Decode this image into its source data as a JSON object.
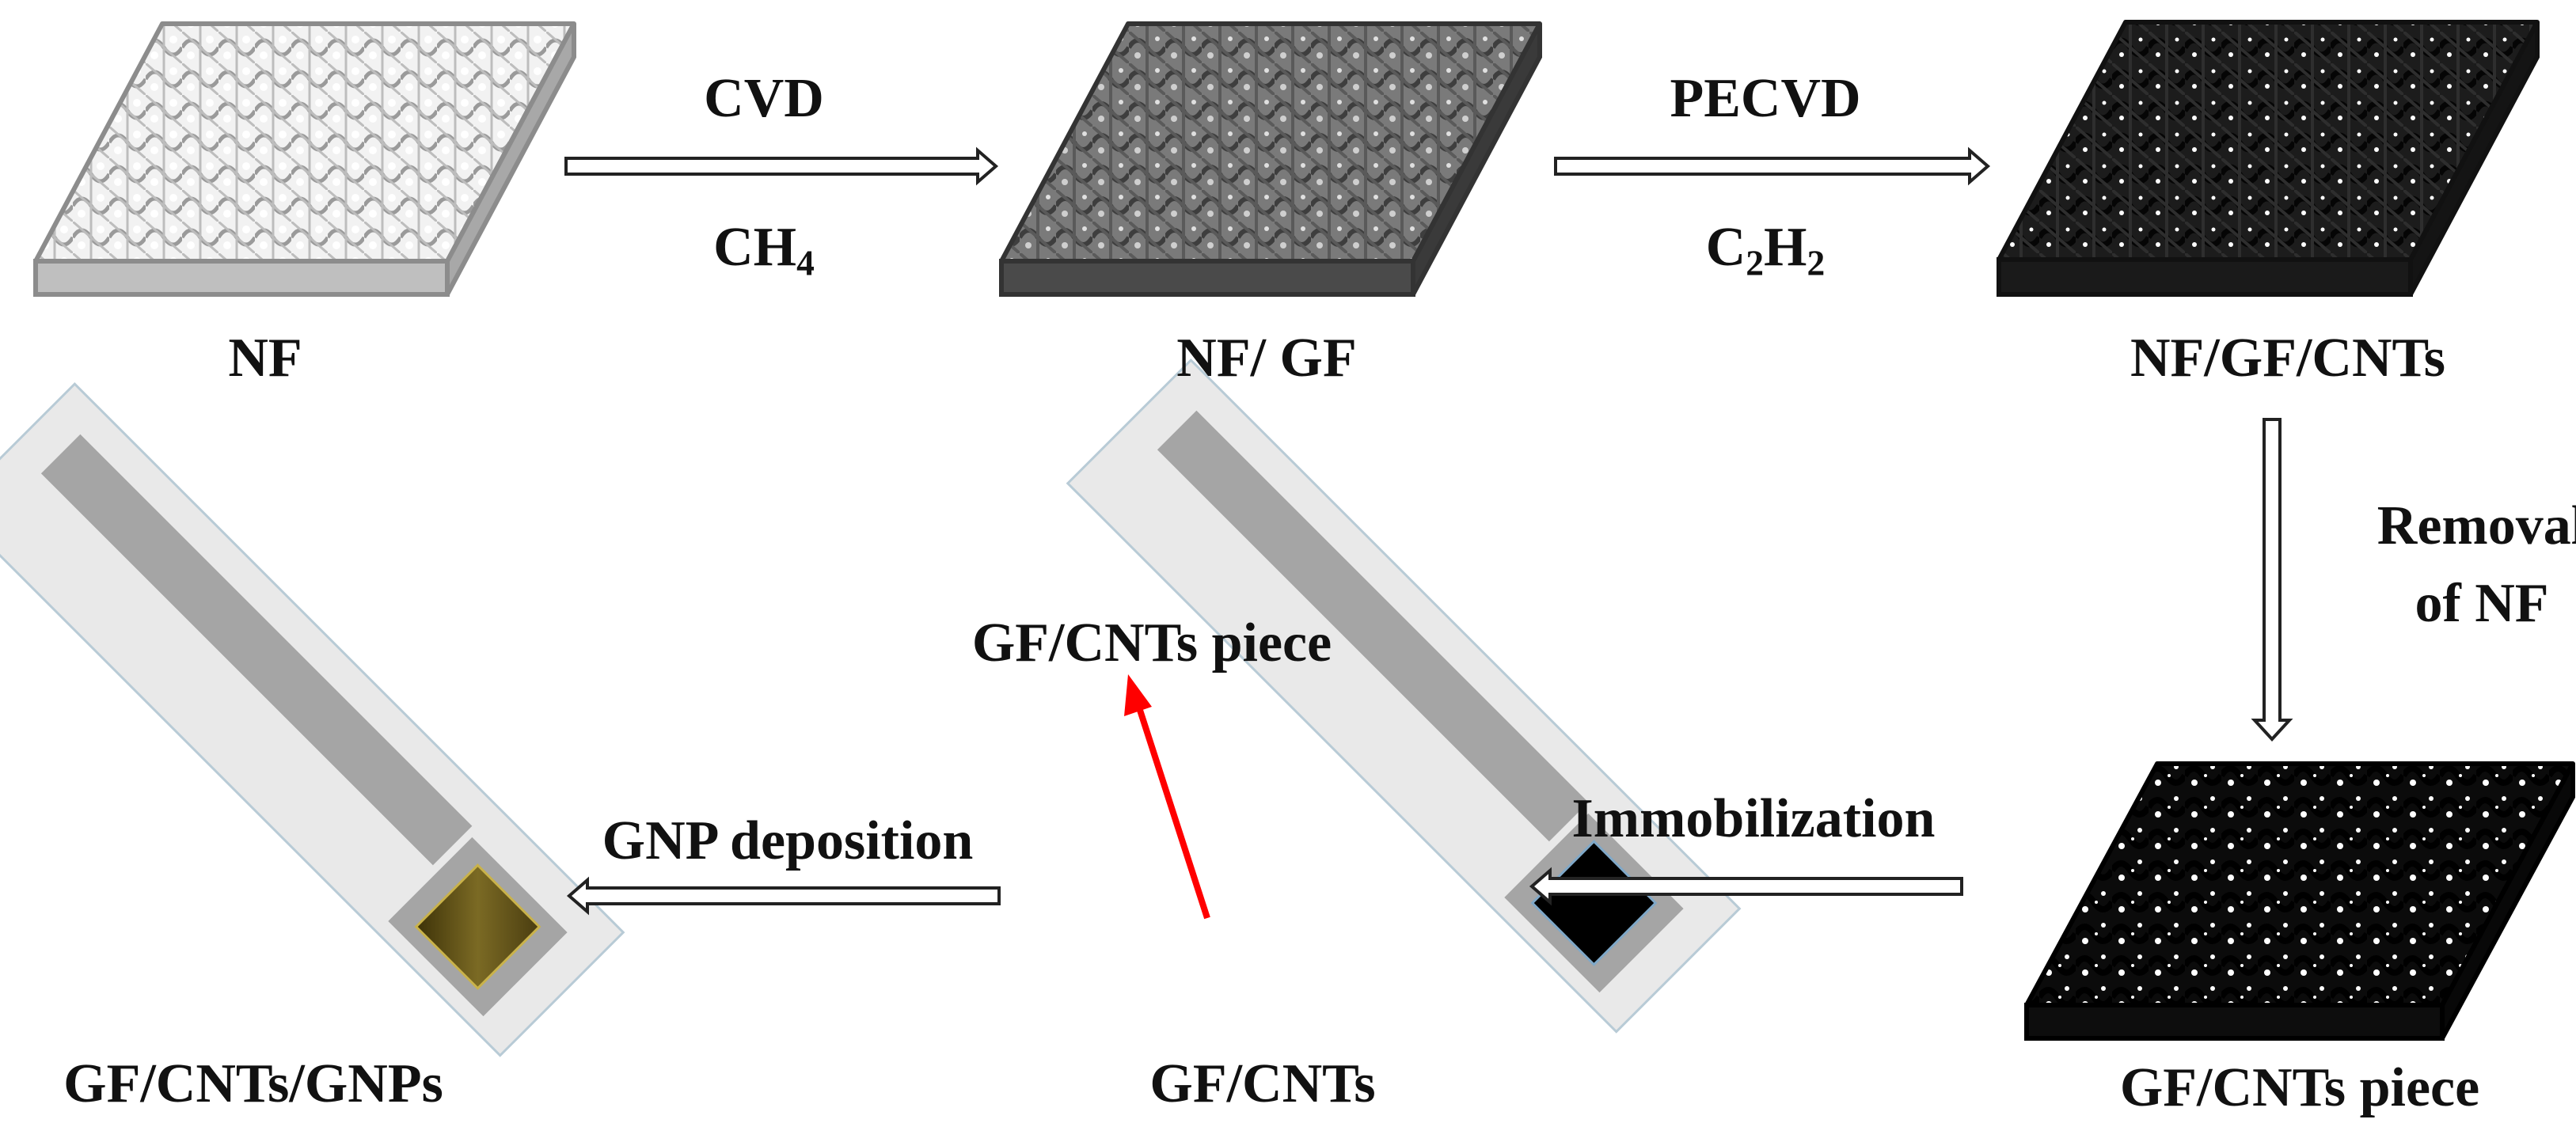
{
  "colors": {
    "background": "#ffffff",
    "text": "#111111",
    "nf_foam": "#d9d9d9",
    "nf_gf_foam": "#6a6a6a",
    "cnt_foam": "#1a1a1a",
    "electrode_outer": "#e9e9e9",
    "electrode_track": "#a5a5a5",
    "gnp_pad": "#6b5a1c",
    "gfcnt_pad": "#000000",
    "pointer": "#ff0000"
  },
  "icons": [
    "nickel-foam-block",
    "nf-gf-foam-block",
    "nf-gf-cnts-foam-block",
    "gf-cnts-foam-block",
    "screen-printed-electrode",
    "hollow-arrow"
  ],
  "samples": {
    "nf": "NF",
    "nf_gf": "NF/ GF",
    "nf_gf_cnts": "NF/GF/CNTs",
    "gf_cnts_piece": "GF/CNTs piece",
    "gf_cnts": "GF/CNTs",
    "gf_cnts_gnps": "GF/CNTs/GNPs"
  },
  "steps": {
    "cvd": {
      "method": "CVD",
      "gas_base": "CH",
      "gas_sub": "4"
    },
    "pecvd": {
      "method": "PECVD",
      "gas_c": "C",
      "gas_c_sub": "2",
      "gas_h": "H",
      "gas_h_sub": "2"
    },
    "removal_line1": "Removal",
    "removal_line2": "of NF",
    "immobilization": "Immobilization",
    "gnp_deposition": "GNP deposition"
  },
  "annotations": {
    "piece_callout": "GF/CNTs piece"
  }
}
